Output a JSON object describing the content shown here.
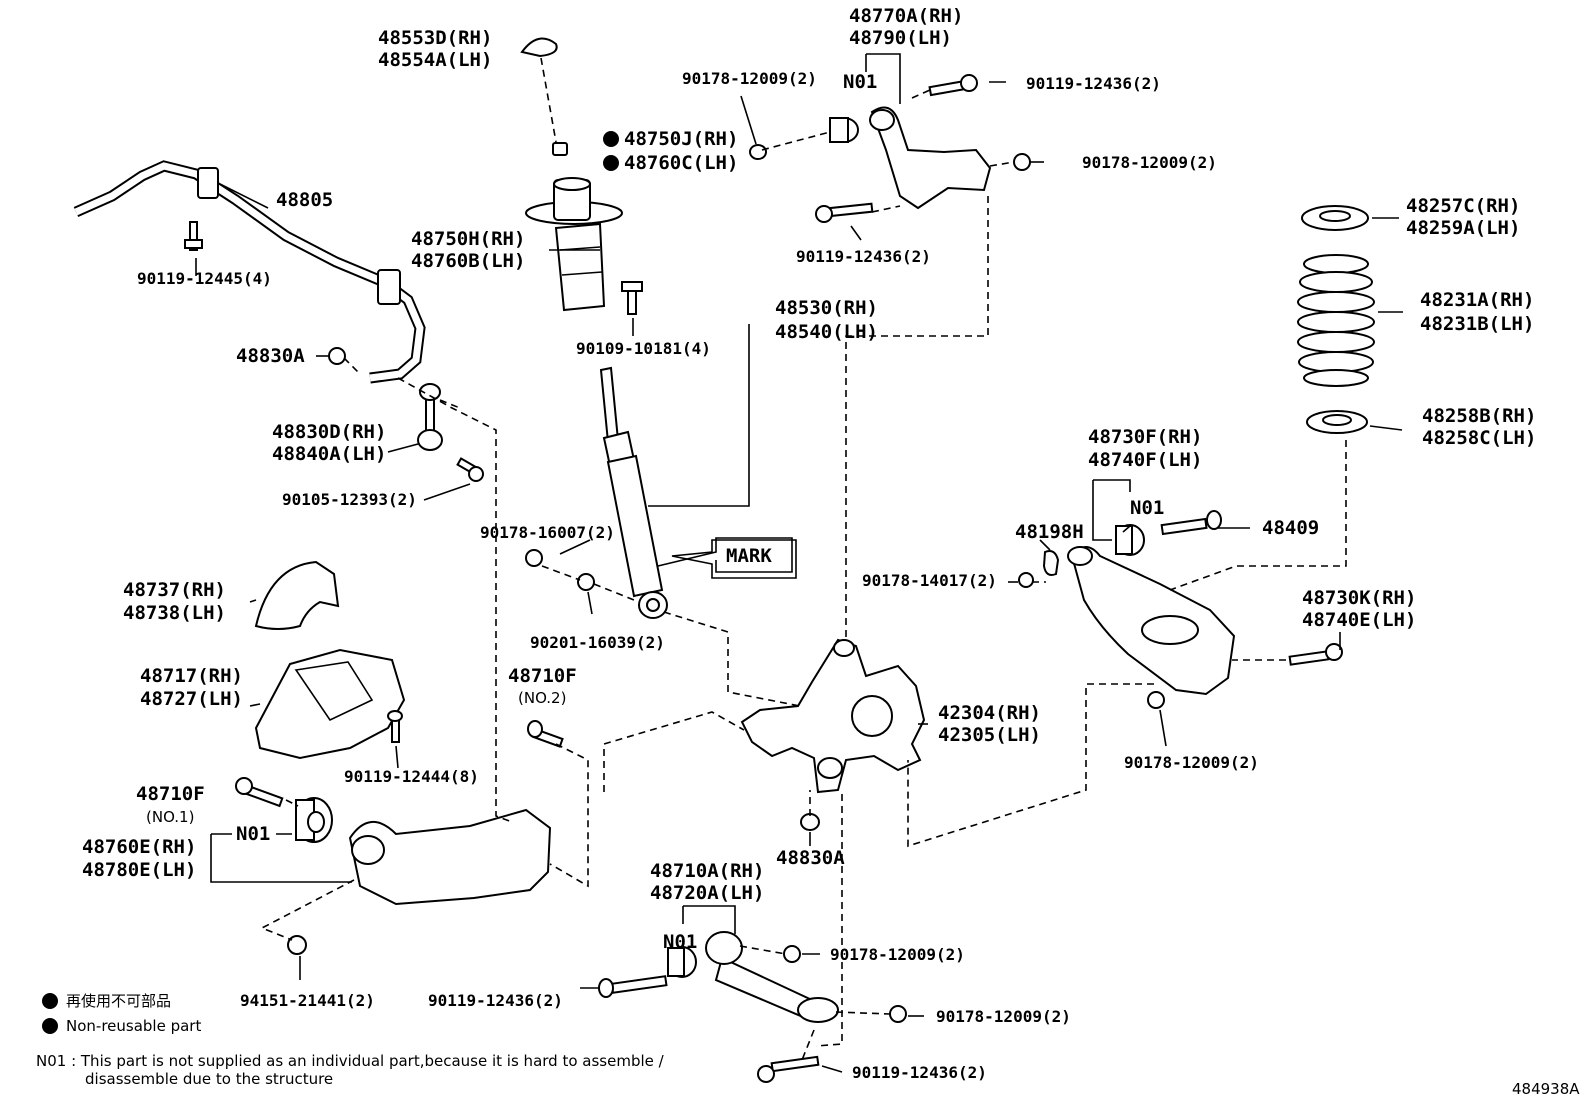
{
  "labels": {
    "p48553d": "48553D(RH)",
    "p48554a": "48554A(LH)",
    "p90178_12009_top": "90178-12009(2)",
    "n01_top": "N01",
    "p48770a": "48770A(RH)",
    "p48790": "48790(LH)",
    "p90119_12436_top": "90119-12436(2)",
    "p48750j": "48750J(RH)",
    "p48760c": "48760C(LH)",
    "p90178_12009_r": "90178-12009(2)",
    "p48805": "48805",
    "p48750h": "48750H(RH)",
    "p48760b": "48760B(LH)",
    "p90119_12436_mid": "90119-12436(2)",
    "p48257c": "48257C(RH)",
    "p48259a": "48259A(LH)",
    "p90119_12445": "90119-12445(4)",
    "p48530": "48530(RH)",
    "p48540": "48540(LH)",
    "p48231a": "48231A(RH)",
    "p48231b": "48231B(LH)",
    "p90109_10181": "90109-10181(4)",
    "p48830a_l": "48830A",
    "p48830d": "48830D(RH)",
    "p48840a": "48840A(LH)",
    "p48258b": "48258B(RH)",
    "p48258c": "48258C(LH)",
    "p48730f": "48730F(RH)",
    "p48740f": "48740F(LH)",
    "p90105_12393": "90105-12393(2)",
    "n01_mid": "N01",
    "p48198h": "48198H",
    "p48409": "48409",
    "p90178_16007": "90178-16007(2)",
    "mark": "MARK",
    "p90178_14017": "90178-14017(2)",
    "p48737": "48737(RH)",
    "p48738": "48738(LH)",
    "p90201_16039": "90201-16039(2)",
    "p48730k": "48730K(RH)",
    "p48740e": "48740E(LH)",
    "p48717": "48717(RH)",
    "p48727": "48727(LH)",
    "p48710f_no2": "48710F",
    "no2": "(NO.2)",
    "p42304": "42304(RH)",
    "p42305": "42305(LH)",
    "p90119_12444": "90119-12444(8)",
    "p90178_12009_lower": "90178-12009(2)",
    "p48710f_no1": "48710F",
    "no1": "(NO.1)",
    "n01_left": "N01",
    "p48760e": "48760E(RH)",
    "p48780e": "48780E(LH)",
    "p48830a_c": "48830A",
    "p48710a": "48710A(RH)",
    "p48720a": "48720A(LH)",
    "n01_bot": "N01",
    "p90178_12009_b1": "90178-12009(2)",
    "p94151_21441": "94151-21441(2)",
    "p90119_12436_b": "90119-12436(2)",
    "p90178_12009_b2": "90178-12009(2)",
    "p90119_12436_bb": "90119-12436(2)"
  },
  "legend": {
    "jp": "再使用不可部品",
    "en": "Non-reusable part",
    "note1": "N01 : This part is not supplied as an individual part,because it is hard to assemble /",
    "note2": "disassemble due to the structure"
  },
  "diagram_id": "484938A"
}
